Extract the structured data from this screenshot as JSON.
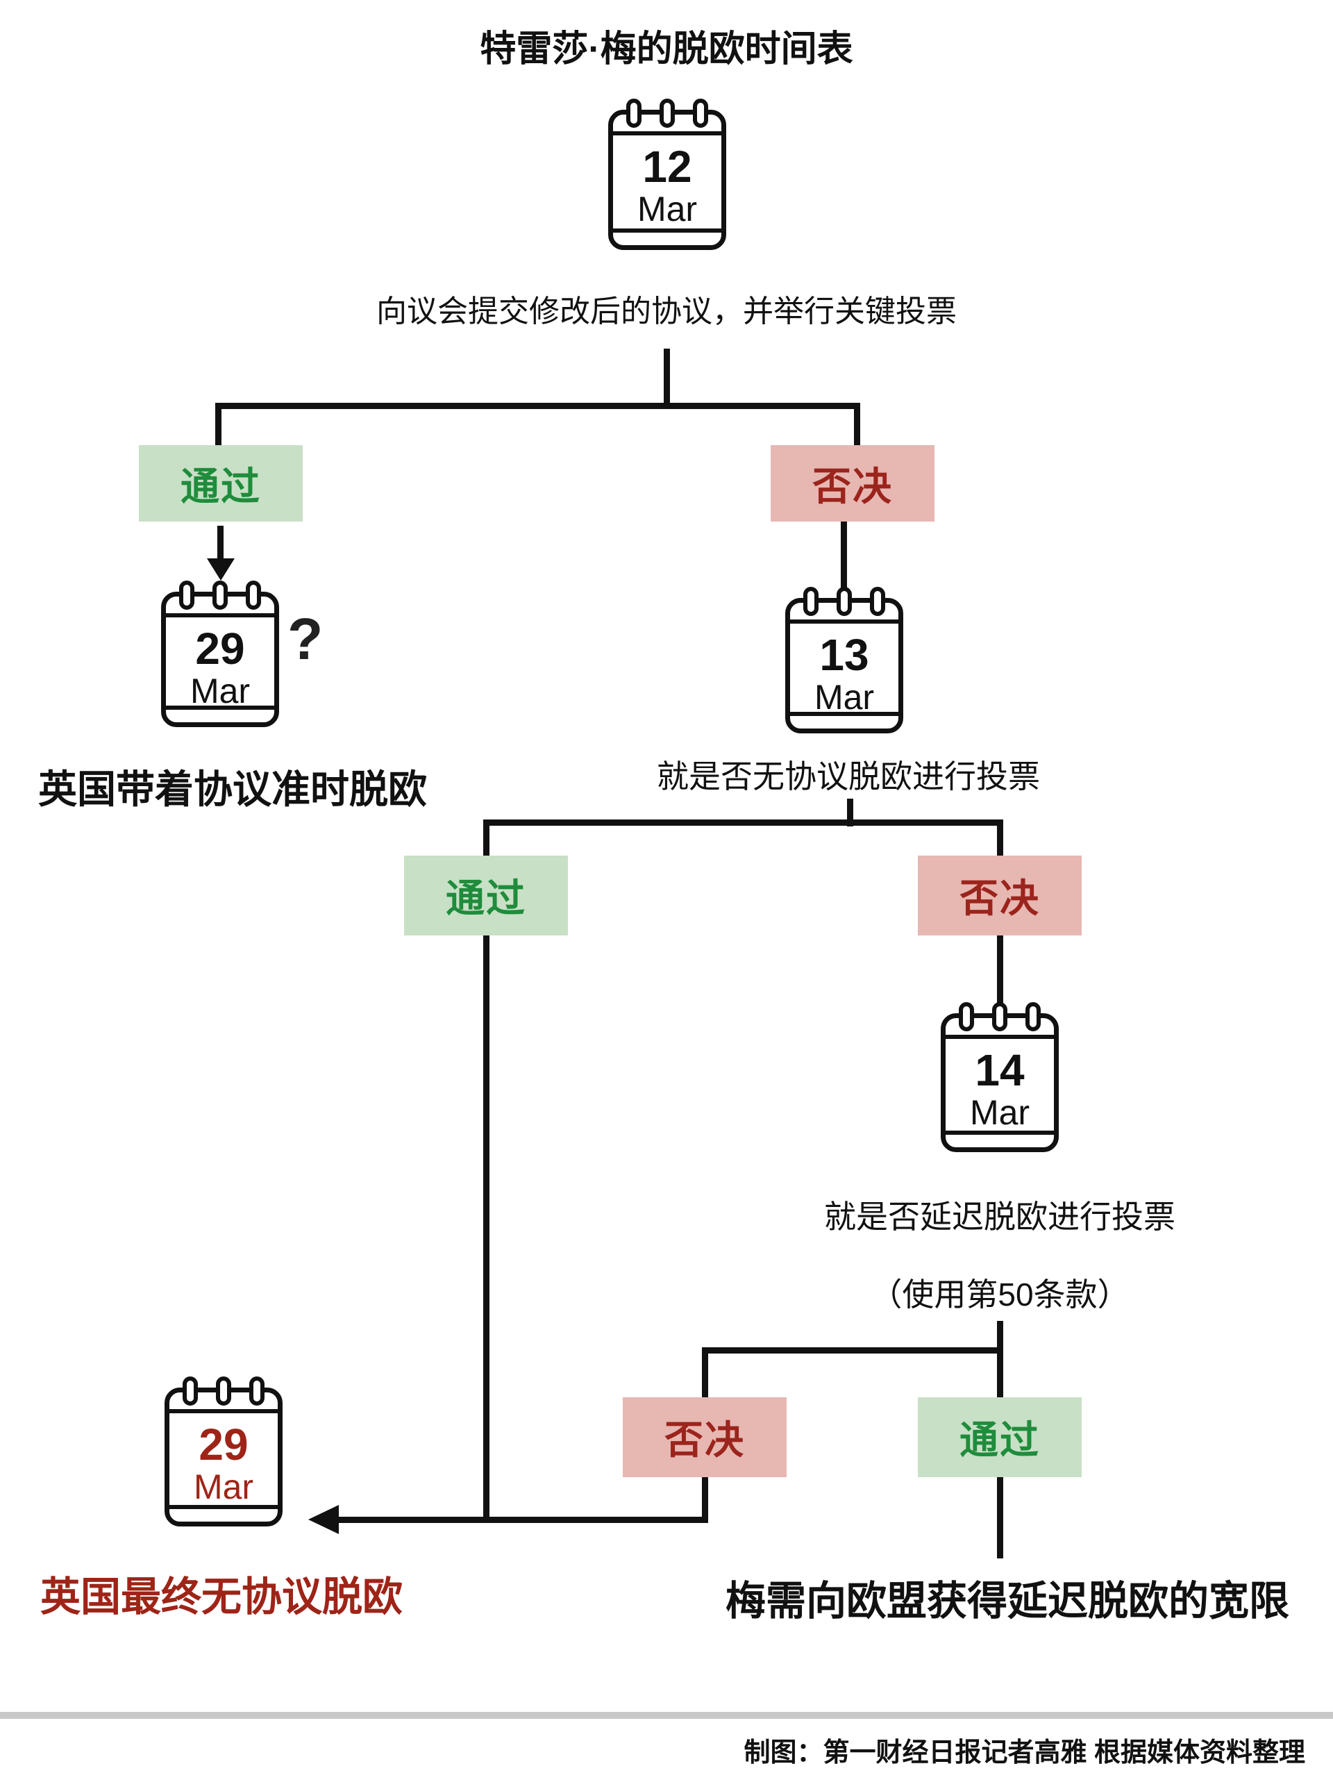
{
  "title": "特雷莎·梅的脱欧时间表",
  "labels": {
    "pass": "通过",
    "reject": "否决",
    "question": "?"
  },
  "steps": {
    "vote_main": "向议会提交修改后的协议，并举行关键投票",
    "vote_no_deal": "就是否无协议脱欧进行投票",
    "vote_delay_line1": "就是否延迟脱欧进行投票",
    "vote_delay_line2": "（使用第50条款）"
  },
  "calendars": {
    "mar12": {
      "day": "12",
      "month": "Mar"
    },
    "mar29_deal": {
      "day": "29",
      "month": "Mar"
    },
    "mar13": {
      "day": "13",
      "month": "Mar"
    },
    "mar14": {
      "day": "14",
      "month": "Mar"
    },
    "mar29_nodeal": {
      "day": "29",
      "month": "Mar"
    }
  },
  "outcomes": {
    "on_time": "英国带着协议准时脱欧",
    "no_deal": "英国最终无协议脱欧",
    "delay": "梅需向欧盟获得延迟脱欧的宽限"
  },
  "footer": {
    "credit": "制图：第一财经日报记者高雅 根据媒体资料整理"
  },
  "colors": {
    "pass_bg": "#c8e0c5",
    "pass_text": "#1f8c3c",
    "reject_bg": "#e7b7b2",
    "reject_text": "#9b241c",
    "deadline_red": "#9e2418",
    "line": "#111111",
    "rule_gray": "#c8c8c8"
  }
}
